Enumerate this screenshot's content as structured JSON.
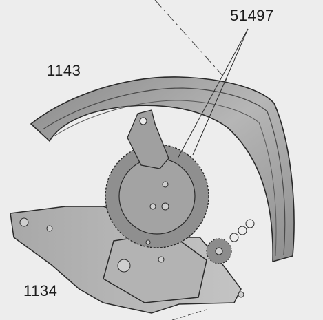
{
  "labels": {
    "part_top": "51497",
    "part_rotor": "1143",
    "part_bridge": "1134"
  },
  "colors": {
    "background": "#ededed",
    "metal_light": "#b9b9b9",
    "metal_mid": "#9a9a9a",
    "metal_dark": "#6e6e6e",
    "outline": "#2a2a2a"
  }
}
